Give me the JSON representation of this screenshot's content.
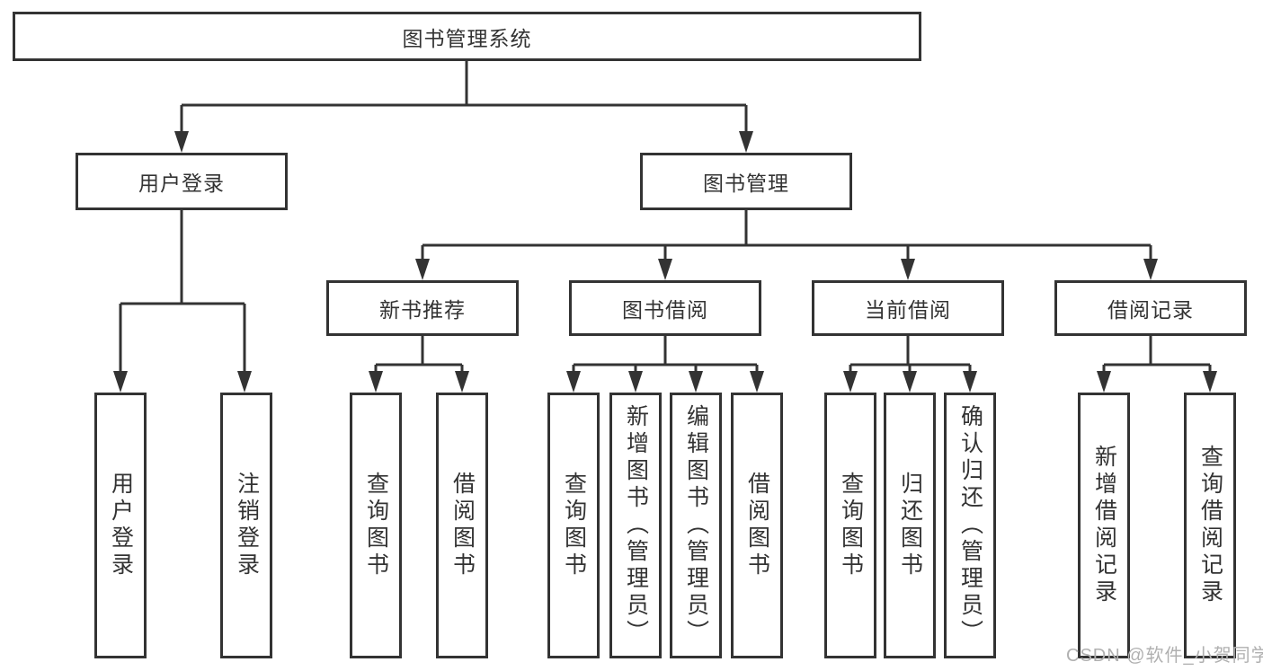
{
  "colors": {
    "line": "#333333",
    "box_border": "#333333",
    "text": "#333333",
    "watermark": "#b0b0b0",
    "background": "#ffffff"
  },
  "watermark": "CSDN @软件_小贺同学",
  "nodes": {
    "root": "图书管理系统",
    "user_login": "用户登录",
    "book_mgmt": "图书管理",
    "new_book_rec": "新书推荐",
    "book_borrow": "图书借阅",
    "current_borrow": "当前借阅",
    "borrow_record": "借阅记录",
    "leaf_login": "用户登录",
    "leaf_logout": "注销登录",
    "rec_query_book": "查询图书",
    "rec_borrow_book": "借阅图书",
    "bb_query_book": "查询图书",
    "bb_add_book": "新增图书（管理员）",
    "bb_edit_book": "编辑图书（管理员）",
    "bb_borrow_book": "借阅图书",
    "cb_query_book": "查询图书",
    "cb_return_book": "归还图书",
    "cb_confirm_return": "确认归还（管理员）",
    "br_add_record": "新增借阅记录",
    "br_query_record": "查询借阅记录"
  },
  "hierarchy": {
    "图书管理系统": {
      "用户登录": [
        "用户登录",
        "注销登录"
      ],
      "图书管理": {
        "新书推荐": [
          "查询图书",
          "借阅图书"
        ],
        "图书借阅": [
          "查询图书",
          "新增图书（管理员）",
          "编辑图书（管理员）",
          "借阅图书"
        ],
        "当前借阅": [
          "查询图书",
          "归还图书",
          "确认归还（管理员）"
        ],
        "借阅记录": [
          "新增借阅记录",
          "查询借阅记录"
        ]
      }
    }
  }
}
